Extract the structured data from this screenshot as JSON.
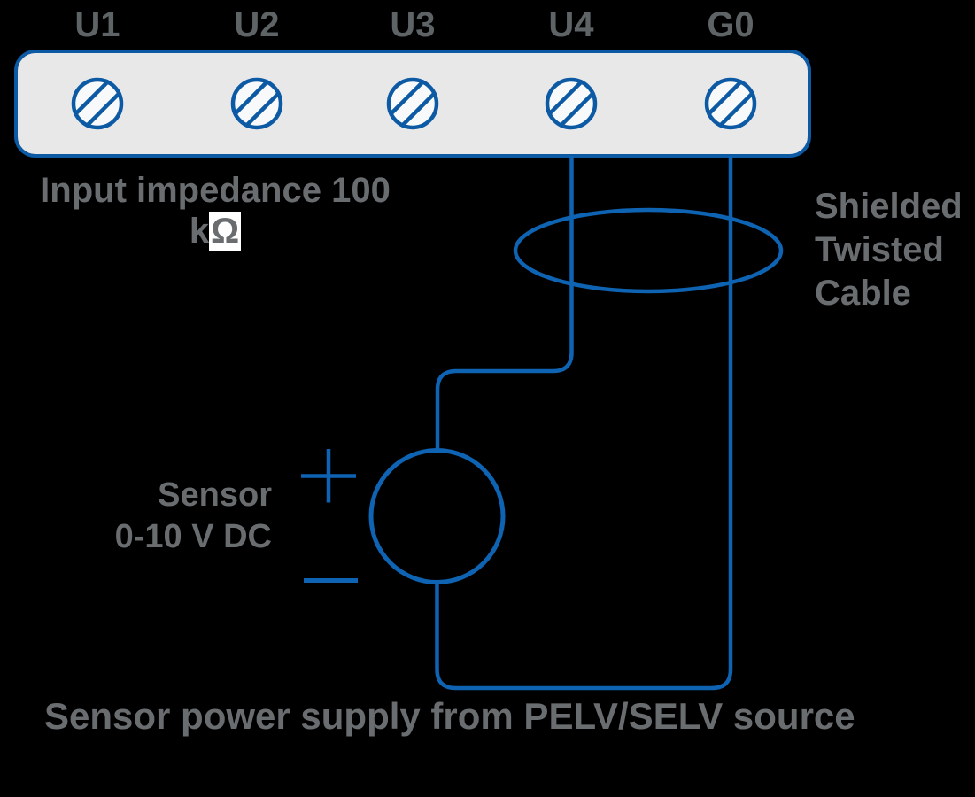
{
  "colors": {
    "background": "#000000",
    "wire_blue": "#0e63b2",
    "block_border_blue": "#0c59a4",
    "block_fill": "#e8e8e9",
    "terminal_screw_fill": "#f8f9fa",
    "terminal_label_gray": "#5e6366",
    "text_gray": "#6a6d70",
    "omega_highlight": "#ffffff"
  },
  "terminal_block": {
    "terminals": [
      {
        "label": "U1"
      },
      {
        "label": "U2"
      },
      {
        "label": "U3"
      },
      {
        "label": "U4"
      },
      {
        "label": "G0"
      }
    ]
  },
  "annotations": {
    "input_impedance": {
      "line1": "Input impedance 100",
      "line2_prefix": "k",
      "line2_omega": "Ω"
    },
    "shield_cable": {
      "line1": "Shielded",
      "line2": "Twisted",
      "line3": "Cable"
    },
    "sensor": {
      "line1": "Sensor",
      "line2": "0-10 V DC"
    },
    "power_caption": "Sensor power supply from PELV/SELV source"
  },
  "icons": {
    "screw_terminal": "circle-with-diagonal-slot",
    "plus_symbol": "+",
    "minus_symbol": "−",
    "shield_loop": "ellipse-around-wires"
  }
}
